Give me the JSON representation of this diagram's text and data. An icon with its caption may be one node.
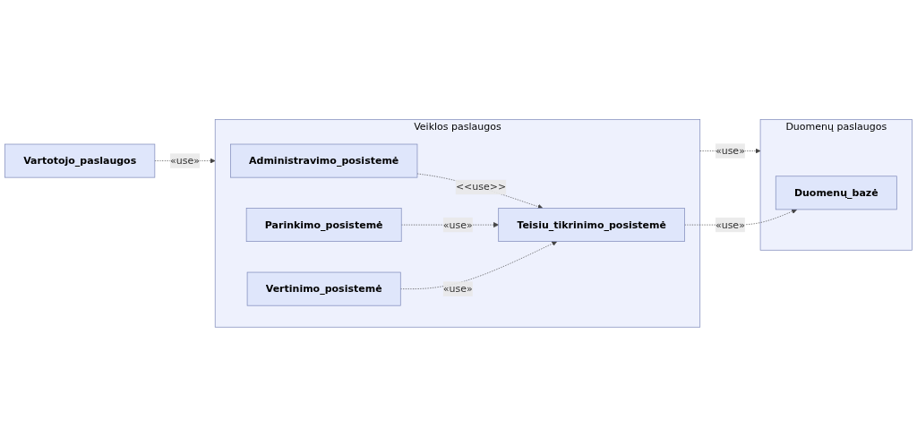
{
  "diagram": {
    "nodes": [
      {
        "text": [
          "Vartotojo_paslaugos"
        ]
      },
      {
        "text": [
          "Veiklos paslaugos"
        ]
      },
      {
        "text": [
          "Administravimo_posistemė"
        ],
        "in": 1
      },
      {
        "text": [
          "Parinkimo_posistemė"
        ],
        "in": 1
      },
      {
        "text": [
          "Vertinimo_posistemė"
        ],
        "in": 1
      },
      {
        "text": [
          "Teisiu_tikrinimo_posistemė"
        ],
        "in": 1
      },
      {
        "text": [
          "Duomenų paslaugos"
        ]
      },
      {
        "text": [
          "Duomenų_bazė"
        ],
        "in": 6
      }
    ],
    "edges": [
      {
        "from": 0,
        "to": 1,
        "arrow": "to",
        "label": "«use»",
        "style": "dashed"
      },
      {
        "from": 1,
        "to": 6,
        "arrow": "to",
        "label": "«use»",
        "style": "dashed"
      },
      {
        "from": 2,
        "to": 5,
        "arrow": "to",
        "label": "<<use>>",
        "style": "dashed"
      },
      {
        "from": 3,
        "to": 5,
        "arrow": "to",
        "label": "«use»",
        "style": "dashed"
      },
      {
        "from": 4,
        "to": 5,
        "arrow": "to",
        "label": "«use»",
        "style": "dashed"
      },
      {
        "from": 5,
        "to": 7,
        "arrow": "to",
        "label": "«use»",
        "style": "dashed"
      }
    ]
  }
}
